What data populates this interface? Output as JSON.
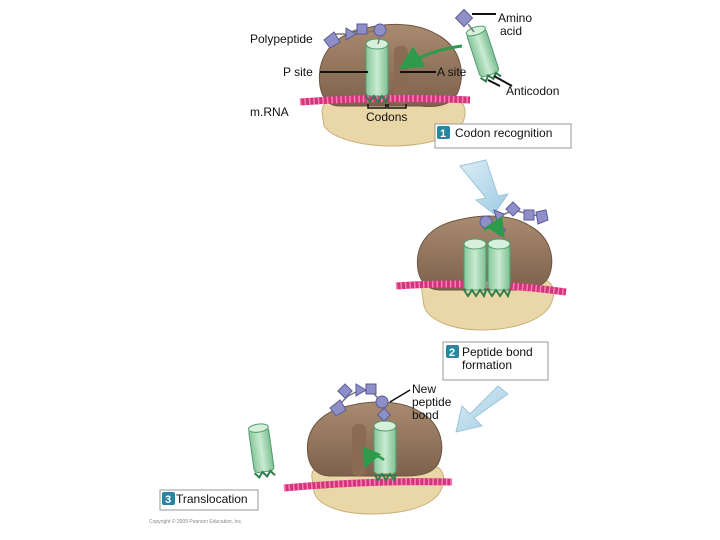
{
  "labels": {
    "amino_acid_line1": "Amino",
    "amino_acid_line2": "acid",
    "polypeptide": "Polypeptide",
    "p_site": "P site",
    "a_site": "A site",
    "anticodon": "Anticodon",
    "mrna": "m.RNA",
    "codons": "Codons",
    "new_bond_line1": "New",
    "new_bond_line2": "peptide",
    "new_bond_line3": "bond"
  },
  "steps": [
    {
      "number": "1",
      "lines": [
        "Codon recognition"
      ]
    },
    {
      "number": "2",
      "lines": [
        "Peptide bond",
        "formation"
      ]
    },
    {
      "number": "3",
      "lines": [
        "Translocation"
      ]
    }
  ],
  "copyright": "Copyright © 2009 Pearson Education, Inc.",
  "colors": {
    "ribosome": "#9a7a62",
    "ribosome_light": "#e8d4a6",
    "trna": "#a8d8b4",
    "trna_dark": "#4f9c6c",
    "mrna": "#d2337a",
    "amino_acid": "#8f8fc8",
    "badge": "#2a86a0",
    "flow_arrow": "#b5d9ea",
    "green_arrow": "#2d9a4c"
  }
}
